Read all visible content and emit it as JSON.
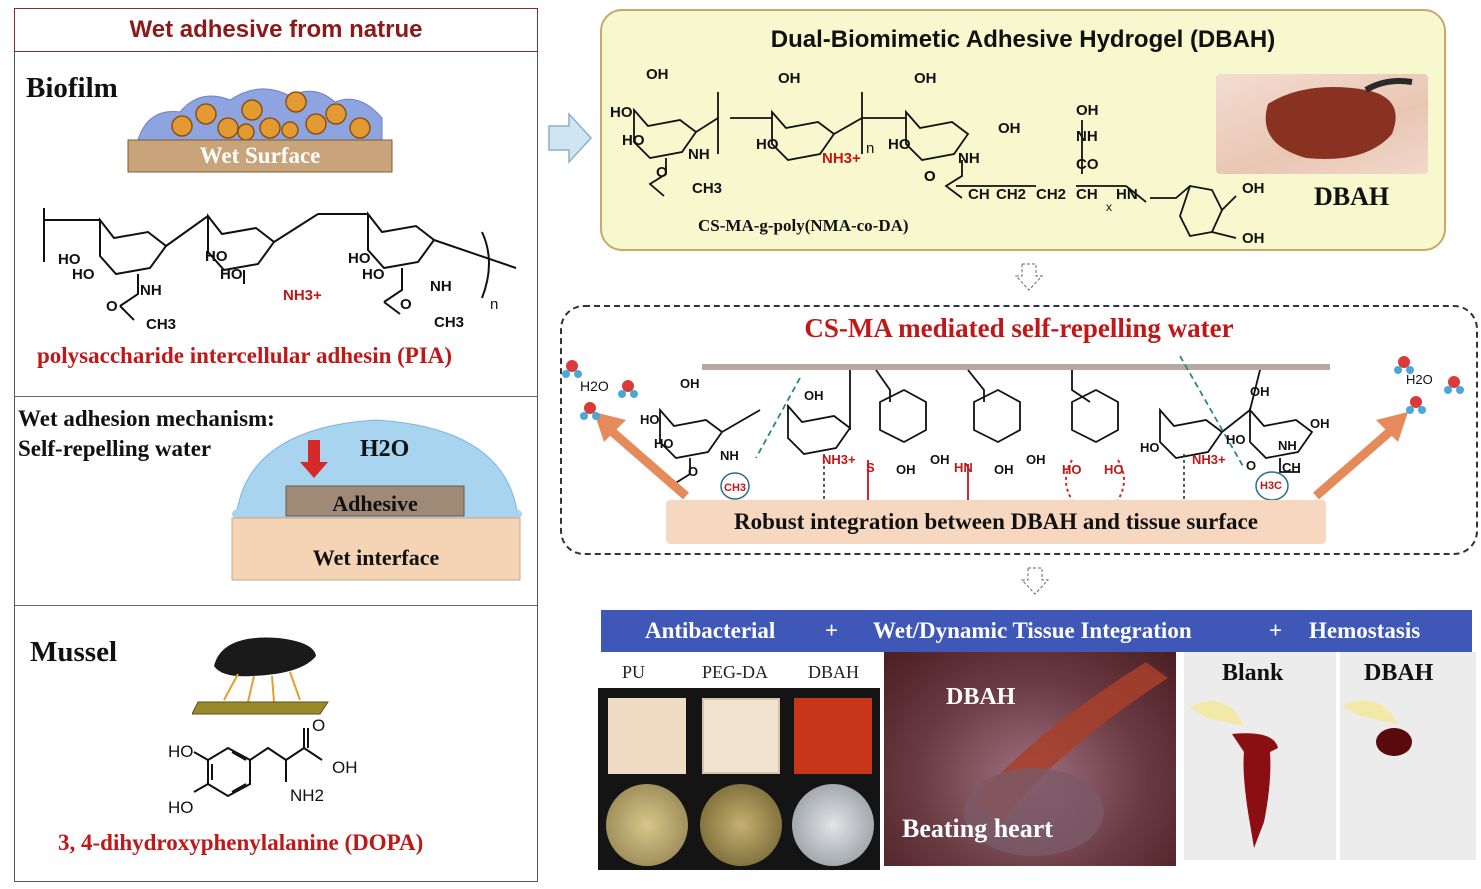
{
  "left": {
    "header": "Wet adhesive from natrue",
    "biofilm": {
      "title": "Biofilm",
      "surface_label": "Wet Surface",
      "caption": "polysaccharide intercellular adhesin (PIA)",
      "chem_labels": [
        "HO",
        "HO",
        "NH",
        "O",
        "CH3",
        "HO",
        "HO",
        "NH3+",
        "HO",
        "HO",
        "NH",
        "O",
        "CH3",
        "n"
      ]
    },
    "mechanism": {
      "title_line1": "Wet adhesion mechanism:",
      "title_line2": "Self-repelling water",
      "water_label": "H2O",
      "adhesive_label": "Adhesive",
      "interface_label": "Wet interface"
    },
    "mussel": {
      "title": "Mussel",
      "caption": "3, 4-dihydroxyphenylalanine (DOPA)",
      "chem_labels": [
        "HO",
        "HO",
        "O",
        "OH",
        "NH2"
      ]
    }
  },
  "dbah": {
    "title": "Dual-Biomimetic Adhesive Hydrogel (DBAH)",
    "polymer_label": "CS-MA-g-poly(NMA-co-DA)",
    "photo_label": "DBAH",
    "chem_labels": [
      "OH",
      "HO",
      "HO",
      "NH",
      "O",
      "CH3",
      "OH",
      "HO",
      "NH3+",
      "n",
      "OH",
      "HO",
      "NH",
      "OH",
      "O",
      "OH",
      "NH",
      "CO",
      "O",
      "CH",
      "CH2",
      "CH2",
      "CH",
      "x",
      "HN",
      "OH",
      "OH"
    ]
  },
  "mechanism_mid": {
    "title": "CS-MA mediated self-repelling water",
    "bar_label": "Robust  integration between DBAH and tissue surface",
    "water_left": "H2O",
    "water_right": "H2O",
    "chem_labels": [
      "OH",
      "HO",
      "HO",
      "NH",
      "O",
      "CH3",
      "OH",
      "NH3+",
      "S",
      "OH",
      "OH",
      "HN",
      "OH",
      "OH",
      "HO",
      "HO",
      "HO",
      "NH3+",
      "OH",
      "HO",
      "NH",
      "O",
      "CH",
      "H3C",
      "OH"
    ]
  },
  "results": {
    "banner": {
      "antibacterial": "Antibacterial",
      "plus1": "+",
      "wet_dynamic": "Wet/Dynamic Tissue Integration",
      "plus2": "+",
      "hemostasis": "Hemostasis"
    },
    "antibacterial_labels": [
      "PU",
      "PEG-DA",
      "DBAH"
    ],
    "heart_label_top": "DBAH",
    "heart_label_bottom": "Beating heart",
    "hemostasis_labels": [
      "Blank",
      "DBAH"
    ]
  },
  "colors": {
    "accent_red": "#c01818",
    "banner_blue": "#3f58b8",
    "dbah_box_fill": "#f7f8cd",
    "tan": "#f6d7c0",
    "arrow_orange": "#e58a5a",
    "dashed_teal": "#2b8a7a"
  }
}
